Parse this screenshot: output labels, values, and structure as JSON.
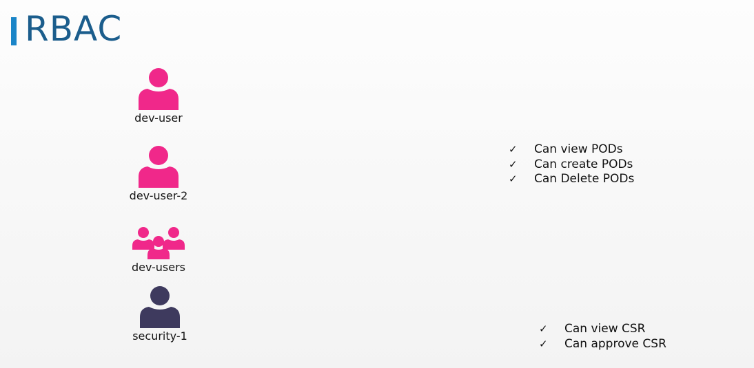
{
  "title": "RBAC",
  "colors": {
    "accent_bar": "#1a85c8",
    "title": "#1b5d8c",
    "dev_icon": "#f0288a",
    "security_icon": "#3e3a5e"
  },
  "identities": [
    {
      "label": "dev-user",
      "icon": "user-icon"
    },
    {
      "label": "dev-user-2",
      "icon": "user-icon"
    },
    {
      "label": "dev-users",
      "icon": "user-group-icon"
    },
    {
      "label": "security-1",
      "icon": "user-icon"
    }
  ],
  "permissions_pods": [
    "Can view PODs",
    "Can create PODs",
    "Can Delete PODs"
  ],
  "permissions_csr": [
    "Can view CSR",
    "Can approve CSR"
  ],
  "check_glyph": "✓"
}
